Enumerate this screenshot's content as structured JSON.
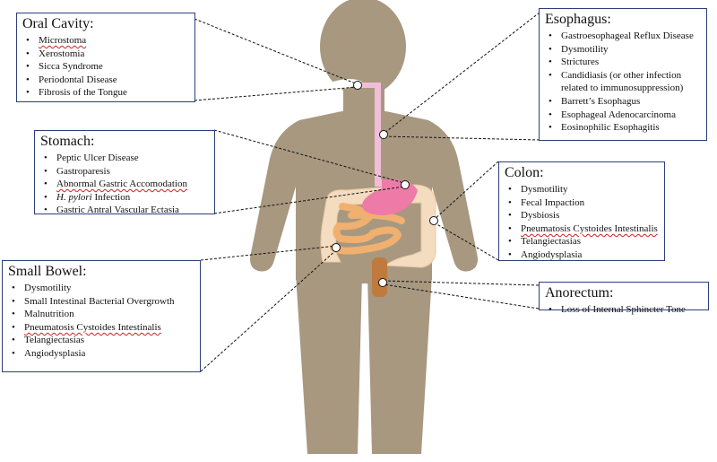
{
  "colors": {
    "body": "#a89880",
    "esophagus": "#f1bdd8",
    "stomach": "#ee7ba7",
    "small_bowel": "#f0b070",
    "colon": "#f4dcc0",
    "anorectum": "#bf7a3e",
    "box_border": "#2c3f7a",
    "leader_line": "#111111",
    "spellcheck_underline": "#d01f1f"
  },
  "oral_cavity": {
    "title": "Oral Cavity:",
    "items": [
      "Microstoma",
      "Xerostomia",
      "Sicca Syndrome",
      "Periodontal Disease",
      "Fibrosis of the Tongue"
    ]
  },
  "esophagus": {
    "title": "Esophagus:",
    "items": [
      "Gastroesophageal Reflux Disease",
      "Dysmotility",
      "Strictures",
      "Candidiasis (or other infection related to immunosuppression)",
      "Barrett’s Esophagus",
      "Esophageal Adenocarcinoma",
      "Eosinophilic Esophagitis"
    ]
  },
  "stomach": {
    "title": "Stomach:",
    "items": [
      "Peptic Ulcer Disease",
      "Gastroparesis",
      "Abnormal Gastric Accomodation",
      "Gastric Antral Vascular Ectasia"
    ],
    "hpylori_italic": "H. pylori",
    "hpylori_rest": " Infection"
  },
  "colon": {
    "title": "Colon:",
    "items": [
      "Dysmotility",
      "Fecal Impaction",
      "Dysbiosis",
      "Pneumatosis Cystoides Intestinalis",
      "Telangiectasias",
      "Angiodysplasia"
    ]
  },
  "small_bowel": {
    "title": "Small Bowel:",
    "items": [
      "Dysmotility",
      "Small Intestinal Bacterial Overgrowth",
      "Malnutrition",
      "Pneumatosis Cystoides Intestinalis",
      "Telangiectasias",
      "Angiodysplasia"
    ]
  },
  "anorectum": {
    "title": "Anorectum:",
    "items": [
      "Loss of Internal Sphincter Tone"
    ]
  }
}
